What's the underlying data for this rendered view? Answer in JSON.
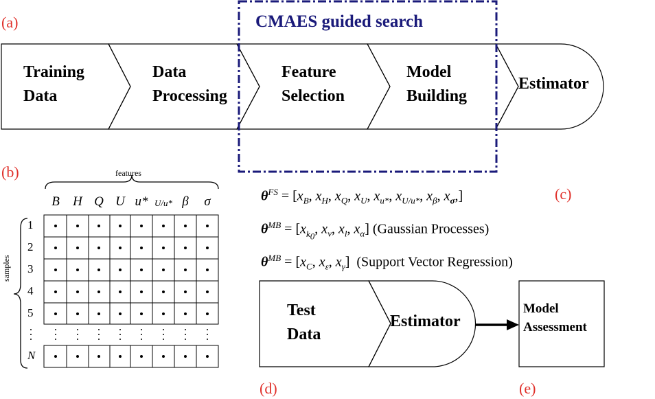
{
  "panels": {
    "a": "(a)",
    "b": "(b)",
    "c": "(c)",
    "d": "(d)",
    "e": "(e)"
  },
  "pipeline": {
    "search_label": "CMAES guided search",
    "stages": [
      {
        "line1": "Training",
        "line2": "Data"
      },
      {
        "line1": "Data",
        "line2": "Processing"
      },
      {
        "line1": "Feature",
        "line2": "Selection"
      },
      {
        "line1": "Model",
        "line2": "Building"
      }
    ],
    "estimator": "Estimator"
  },
  "matrix": {
    "features_label": "features",
    "samples_label": "samples",
    "columns": [
      "B",
      "H",
      "Q",
      "U",
      "u*",
      "U/u*",
      "β",
      "σ"
    ],
    "rows": [
      "1",
      "2",
      "3",
      "4",
      "5",
      "N"
    ]
  },
  "equations": {
    "fs_lhs": "θ",
    "fs_sup": "FS",
    "fs_body": "= [x_B, x_H, x_Q, x_U, x_u*, x_U/u*, x_β, x_σ,]",
    "mb1_sup": "MB",
    "mb1_note": "(Gaussian Processes)",
    "mb2_sup": "MB",
    "mb2_note": "(Support Vector Regression)"
  },
  "test": {
    "line1": "Test",
    "line2": "Data",
    "estimator": "Estimator",
    "assessment_line1": "Model",
    "assessment_line2": "Assessment"
  }
}
